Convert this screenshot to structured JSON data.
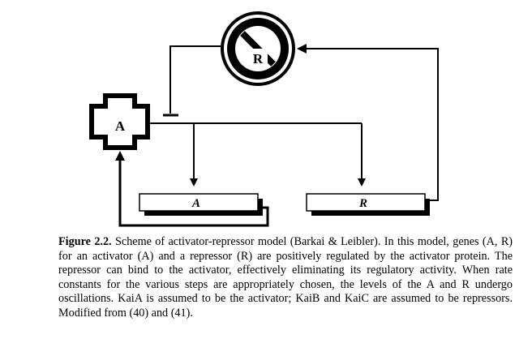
{
  "diagram": {
    "activator_label": "A",
    "repressor_label": "R",
    "gene_a_label": "A",
    "gene_r_label": "R"
  },
  "caption": {
    "figure_label": "Figure 2.2.",
    "text": "Scheme of activator-repressor model (Barkai & Leibler). In this model, genes (A, R) for an activator (A) and a repressor (R) are positively regulated by the activator protein. The repressor can bind to the activator, effectively eliminating its regulatory activity. When rate constants for the various steps are appropriately chosen, the levels of the A and R undergo oscillations. KaiA is assumed to be the activator; KaiB and KaiC are assumed to be repressors. Modified from (40) and (41)."
  }
}
